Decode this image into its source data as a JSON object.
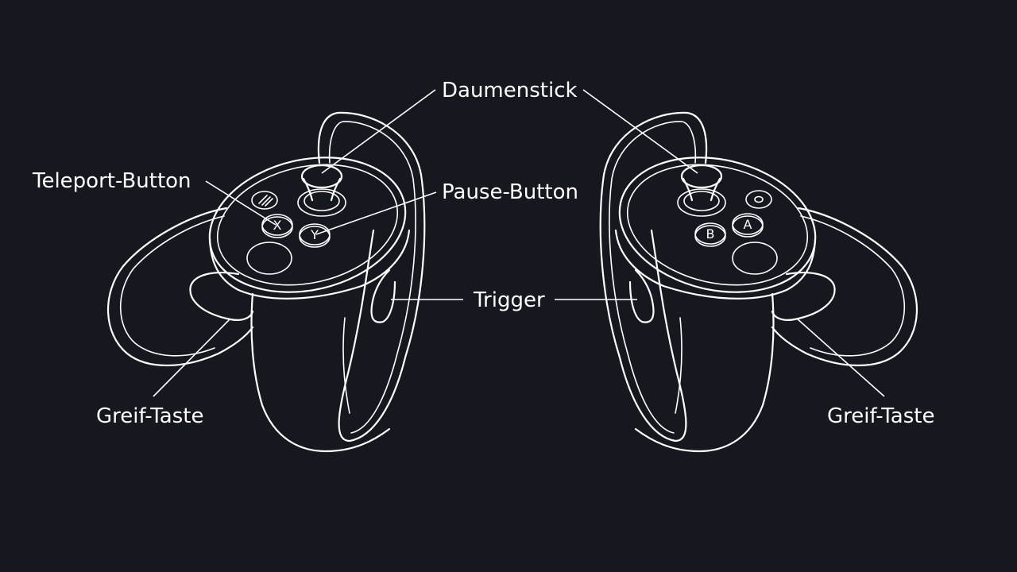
{
  "labels": {
    "thumbstick": "Daumenstick",
    "teleport": "Teleport-Button",
    "pause": "Pause-Button",
    "trigger": "Trigger",
    "grip_left": "Greif-Taste",
    "grip_right": "Greif-Taste"
  },
  "buttons": {
    "left_x": "X",
    "left_y": "Y",
    "right_a": "A",
    "right_b": "B"
  },
  "colors": {
    "background": "#16181f",
    "line": "#ffffff"
  }
}
